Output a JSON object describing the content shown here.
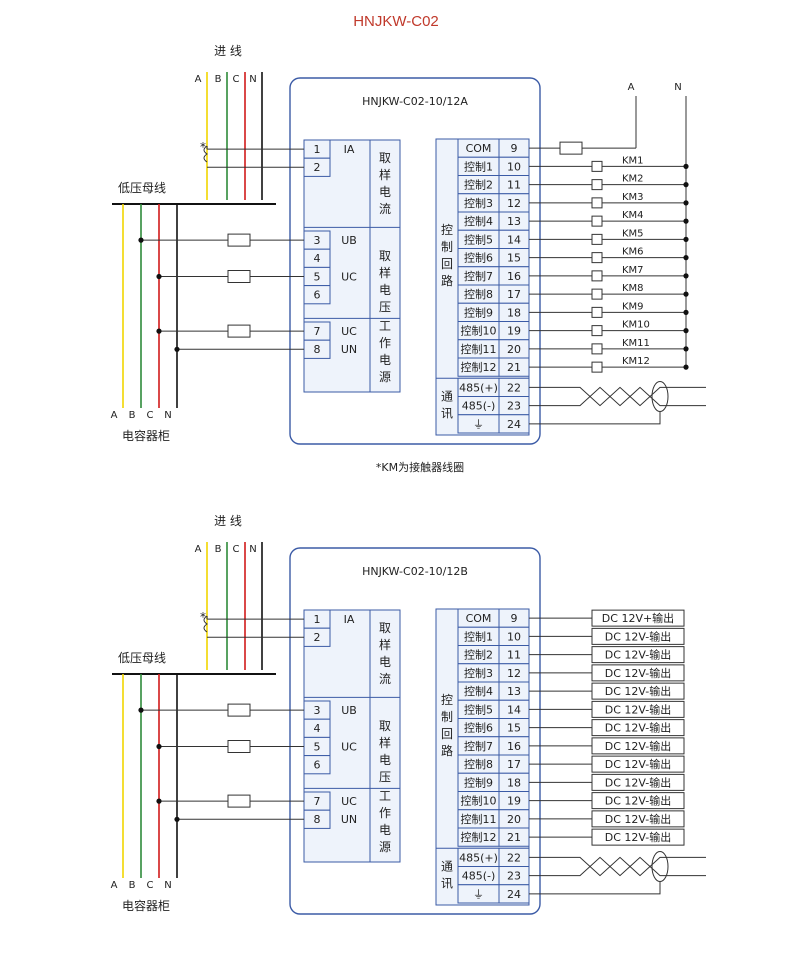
{
  "title": "HNJKW-C02",
  "note": "*KM为接触器线圈",
  "common": {
    "incoming_label": "进 线",
    "phases_top": [
      "A",
      "B",
      "C",
      "N"
    ],
    "busbar_label": "低压母线",
    "cabinet_label": "电容器柜",
    "phases_bottom": [
      "A",
      "B",
      "C",
      "N"
    ],
    "ct_star": "*",
    "left_terminals": [
      {
        "num": "1",
        "sig": "IA"
      },
      {
        "num": "2",
        "sig": ""
      },
      {
        "num": "3",
        "sig": "UB"
      },
      {
        "num": "4",
        "sig": ""
      },
      {
        "num": "5",
        "sig": "UC"
      },
      {
        "num": "6",
        "sig": ""
      },
      {
        "num": "7",
        "sig": "UC"
      },
      {
        "num": "8",
        "sig": "UN"
      }
    ],
    "left_groups": [
      "取样电流",
      "取样电压",
      "工作电源"
    ],
    "right_terminals": [
      {
        "num": "9",
        "sig": "COM"
      },
      {
        "num": "10",
        "sig": "控制1"
      },
      {
        "num": "11",
        "sig": "控制2"
      },
      {
        "num": "12",
        "sig": "控制3"
      },
      {
        "num": "13",
        "sig": "控制4"
      },
      {
        "num": "14",
        "sig": "控制5"
      },
      {
        "num": "15",
        "sig": "控制6"
      },
      {
        "num": "16",
        "sig": "控制7"
      },
      {
        "num": "17",
        "sig": "控制8"
      },
      {
        "num": "18",
        "sig": "控制9"
      },
      {
        "num": "19",
        "sig": "控制10"
      },
      {
        "num": "20",
        "sig": "控制11"
      },
      {
        "num": "21",
        "sig": "控制12"
      },
      {
        "num": "22",
        "sig": "485(+)"
      },
      {
        "num": "23",
        "sig": "485(-)"
      },
      {
        "num": "24",
        "sig": "⏚"
      }
    ],
    "control_group": "控制回路",
    "comm_group": "通讯"
  },
  "diagrams": [
    {
      "model": "HNJKW-C02-10/12A",
      "supply_labels": [
        "A",
        "N"
      ],
      "outputs": [
        "KM1",
        "KM2",
        "KM3",
        "KM4",
        "KM5",
        "KM6",
        "KM7",
        "KM8",
        "KM9",
        "KM10",
        "KM11",
        "KM12"
      ]
    },
    {
      "model": "HNJKW-C02-10/12B",
      "supply_labels": [],
      "outputs": [
        "DC 12V+输出",
        "DC 12V-输出",
        "DC 12V-输出",
        "DC 12V-输出",
        "DC 12V-输出",
        "DC 12V-输出",
        "DC 12V-输出",
        "DC 12V-输出",
        "DC 12V-输出",
        "DC 12V-输出",
        "DC 12V-输出",
        "DC 12V-输出",
        "DC 12V-输出"
      ]
    }
  ]
}
